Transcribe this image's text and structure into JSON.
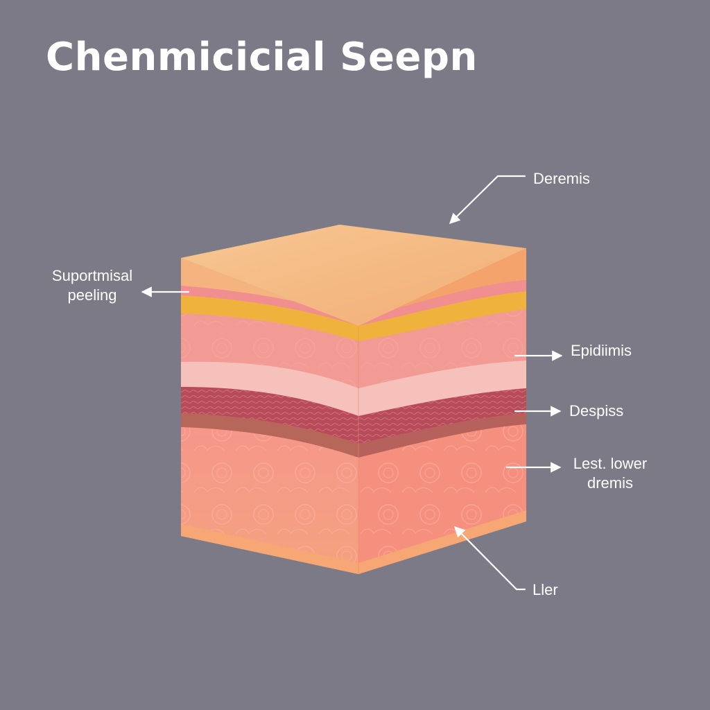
{
  "title": "Chenmicicial Seepn",
  "labels": {
    "dermis": "Deremis",
    "superficial": "Suportmisal\npeeling",
    "epidermis": "Epidiimis",
    "despiss": "Despiss",
    "lower_dermis": "Lest. lower\ndremis",
    "layer": "Ller"
  },
  "colors": {
    "background": "#7b7a86",
    "top_face": "#f6c08f",
    "pink_layer": "#f29a94",
    "yellow_layer": "#efb33d",
    "pale_layer": "#f7c1bb",
    "dark_layer": "#b64b5a",
    "lower_layer": "#f59183",
    "text": "#ffffff"
  }
}
